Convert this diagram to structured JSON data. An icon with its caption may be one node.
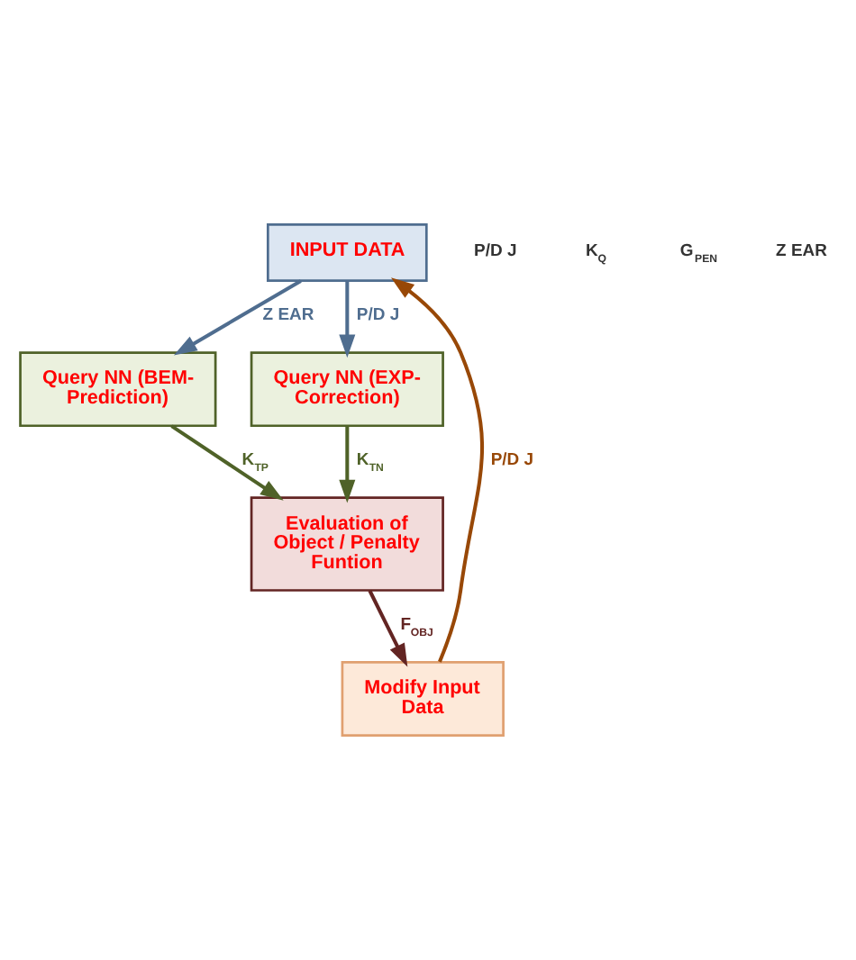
{
  "diagram": {
    "nodes": [
      {
        "text": [
          "INPUT DATA"
        ]
      },
      {
        "text": [
          "Query NN (BEM-Prediction)"
        ]
      },
      {
        "text": [
          "Query NN (EXP-Correction)"
        ]
      },
      {
        "text": [
          "Evaluation of Object / Penalty Funtion"
        ]
      },
      {
        "text": [
          "Modify Input Data"
        ]
      }
    ],
    "edges": [
      {
        "from": 0,
        "to": 1,
        "arrow": "to",
        "label": "Z EAR",
        "color": "#4f6d8f"
      },
      {
        "from": 0,
        "to": 2,
        "arrow": "to",
        "label": "P/D J",
        "color": "#4f6d8f"
      },
      {
        "from": 1,
        "to": 3,
        "arrow": "to",
        "label": "K$_{TP}$",
        "color": "#4f6228"
      },
      {
        "from": 2,
        "to": 3,
        "arrow": "to",
        "label": "K$_{TN}$",
        "color": "#4f6228"
      },
      {
        "from": 3,
        "to": 4,
        "arrow": "to",
        "label": "F$_{OBJ}$",
        "color": "#632523"
      },
      {
        "from": 4,
        "to": 0,
        "arrow": "to",
        "label": "P/D J",
        "color": "#984807"
      }
    ],
    "labels": [
      "P/D J",
      "K$_{Q}$",
      "G$_{PEN}$",
      "Z EAR"
    ]
  }
}
